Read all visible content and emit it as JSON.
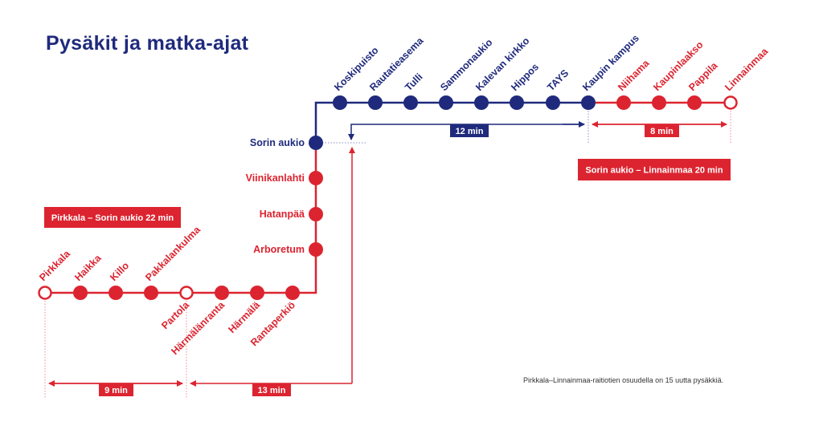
{
  "title": "Pysäkit ja matka-ajat",
  "colors": {
    "blue": "#1f2a7c",
    "red": "#dc2430"
  },
  "stops_top": [
    {
      "name": "Koskipuisto",
      "color": "blue",
      "type": "filled"
    },
    {
      "name": "Rautatieasema",
      "color": "blue",
      "type": "filled"
    },
    {
      "name": "Tulli",
      "color": "blue",
      "type": "filled"
    },
    {
      "name": "Sammonaukio",
      "color": "blue",
      "type": "filled"
    },
    {
      "name": "Kalevan kirkko",
      "color": "blue",
      "type": "filled"
    },
    {
      "name": "Hippos",
      "color": "blue",
      "type": "filled"
    },
    {
      "name": "TAYS",
      "color": "blue",
      "type": "filled"
    },
    {
      "name": "Kaupin kampus",
      "color": "blue",
      "type": "filled"
    },
    {
      "name": "Niihama",
      "color": "red",
      "type": "filled"
    },
    {
      "name": "Kaupinlaakso",
      "color": "red",
      "type": "filled"
    },
    {
      "name": "Pappila",
      "color": "red",
      "type": "filled"
    },
    {
      "name": "Linnainmaa",
      "color": "red",
      "type": "open"
    }
  ],
  "stops_vertical": [
    {
      "name": "Sorin aukio",
      "color": "blue",
      "type": "filled"
    },
    {
      "name": "Viinikanlahti",
      "color": "red",
      "type": "filled"
    },
    {
      "name": "Hatanpää",
      "color": "red",
      "type": "filled"
    },
    {
      "name": "Arboretum",
      "color": "red",
      "type": "filled"
    }
  ],
  "stops_bottom": [
    {
      "name": "Pirkkala",
      "color": "red",
      "type": "open",
      "label_side": "above"
    },
    {
      "name": "Haikka",
      "color": "red",
      "type": "filled",
      "label_side": "above"
    },
    {
      "name": "Killo",
      "color": "red",
      "type": "filled",
      "label_side": "above"
    },
    {
      "name": "Pakkalankulma",
      "color": "red",
      "type": "filled",
      "label_side": "above"
    },
    {
      "name": "Partola",
      "color": "red",
      "type": "open",
      "label_side": "below"
    },
    {
      "name": "Härmälänranta",
      "color": "red",
      "type": "filled",
      "label_side": "below"
    },
    {
      "name": "Härmälä",
      "color": "red",
      "type": "filled",
      "label_side": "below"
    },
    {
      "name": "Rantaperkiö",
      "color": "red",
      "type": "filled",
      "label_side": "below"
    }
  ],
  "durations": {
    "pirkkala_partola": "9 min",
    "partola_sorin": "13 min",
    "sorin_kaupin": "12 min",
    "kaupin_linnainmaa": "8 min"
  },
  "summaries": {
    "south": "Pirkkala – Sorin aukio 22 min",
    "north": "Sorin aukio – Linnainmaa 20 min"
  },
  "note": "Pirkkala–Linnainmaa-raitiotien osuudella on 15 uutta pysäkkiä."
}
